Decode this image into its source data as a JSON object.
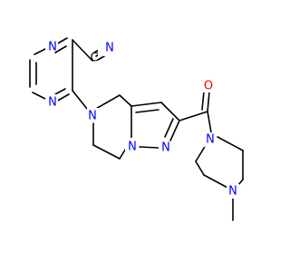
{
  "molecule": {
    "atoms": {
      "nitrile_n": {
        "label": "N",
        "color": "#0000ff"
      },
      "nitrile_c": {
        "label": "C",
        "color": "#000000"
      },
      "pyrazine_n_top": {
        "label": "N",
        "color": "#0000ff"
      },
      "pyrazine_n_bottom": {
        "label": "N",
        "color": "#0000ff"
      },
      "ring_n_amine": {
        "label": "N",
        "color": "#0000ff"
      },
      "pyrazole_n1": {
        "label": "N",
        "color": "#0000ff"
      },
      "pyrazole_n2": {
        "label": "N",
        "color": "#0000ff"
      },
      "carbonyl_o": {
        "label": "O",
        "color": "#ff0000"
      },
      "piperazine_n_amide": {
        "label": "N",
        "color": "#0000ff"
      },
      "piperazine_n_methyl": {
        "label": "N",
        "color": "#0000ff"
      }
    },
    "bond_color": "#000000"
  }
}
